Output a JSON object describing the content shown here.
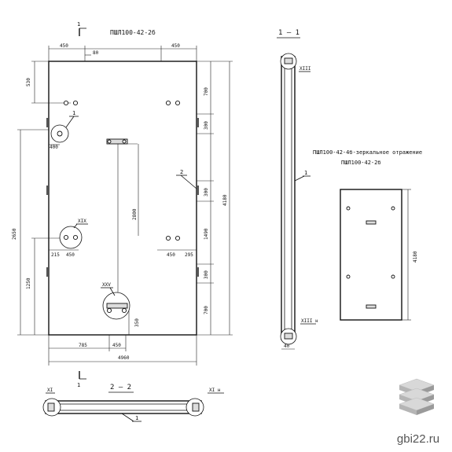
{
  "main_view": {
    "title": "ПШЛ100-42-2б",
    "dims": {
      "top_left": "450",
      "top_right": "450",
      "top_small": "80",
      "left_top": "530",
      "node1_small": "400",
      "left_total": "2650",
      "left_lower": "1250",
      "hole_left_a": "215",
      "hole_left_b": "450",
      "hole_right_a": "450",
      "hole_right_b": "295",
      "center_height": "2800",
      "bottom_hole": "350",
      "bottom_a": "785",
      "bottom_b": "450",
      "overall_width": "4960",
      "right_700_top": "700",
      "right_300_a": "300",
      "right_300_b": "300",
      "right_1490": "1490",
      "right_300_c": "300",
      "right_700_bot": "700",
      "right_total": "4180"
    },
    "node_labels": {
      "node1": "1",
      "node2": "2",
      "xix": "XIX",
      "xxv": "XXV",
      "section_mark": "1"
    }
  },
  "section_1_1": {
    "title": "1 – 1",
    "label_top": "XIII",
    "label_bottom": "XIII н",
    "part": "1",
    "dim_bottom": "40"
  },
  "section_2_2": {
    "title": "2 – 2",
    "label_left": "XI",
    "label_right": "XI н",
    "part": "1"
  },
  "mirror_view": {
    "title_1": "ПШЛ100-42-4б-зеркальное отражение",
    "title_2": "ПШЛ100-42-2б",
    "dim_right": "4180"
  },
  "watermark": {
    "text": "gbi22.ru",
    "icon": "stacked-slabs-logo-icon"
  }
}
